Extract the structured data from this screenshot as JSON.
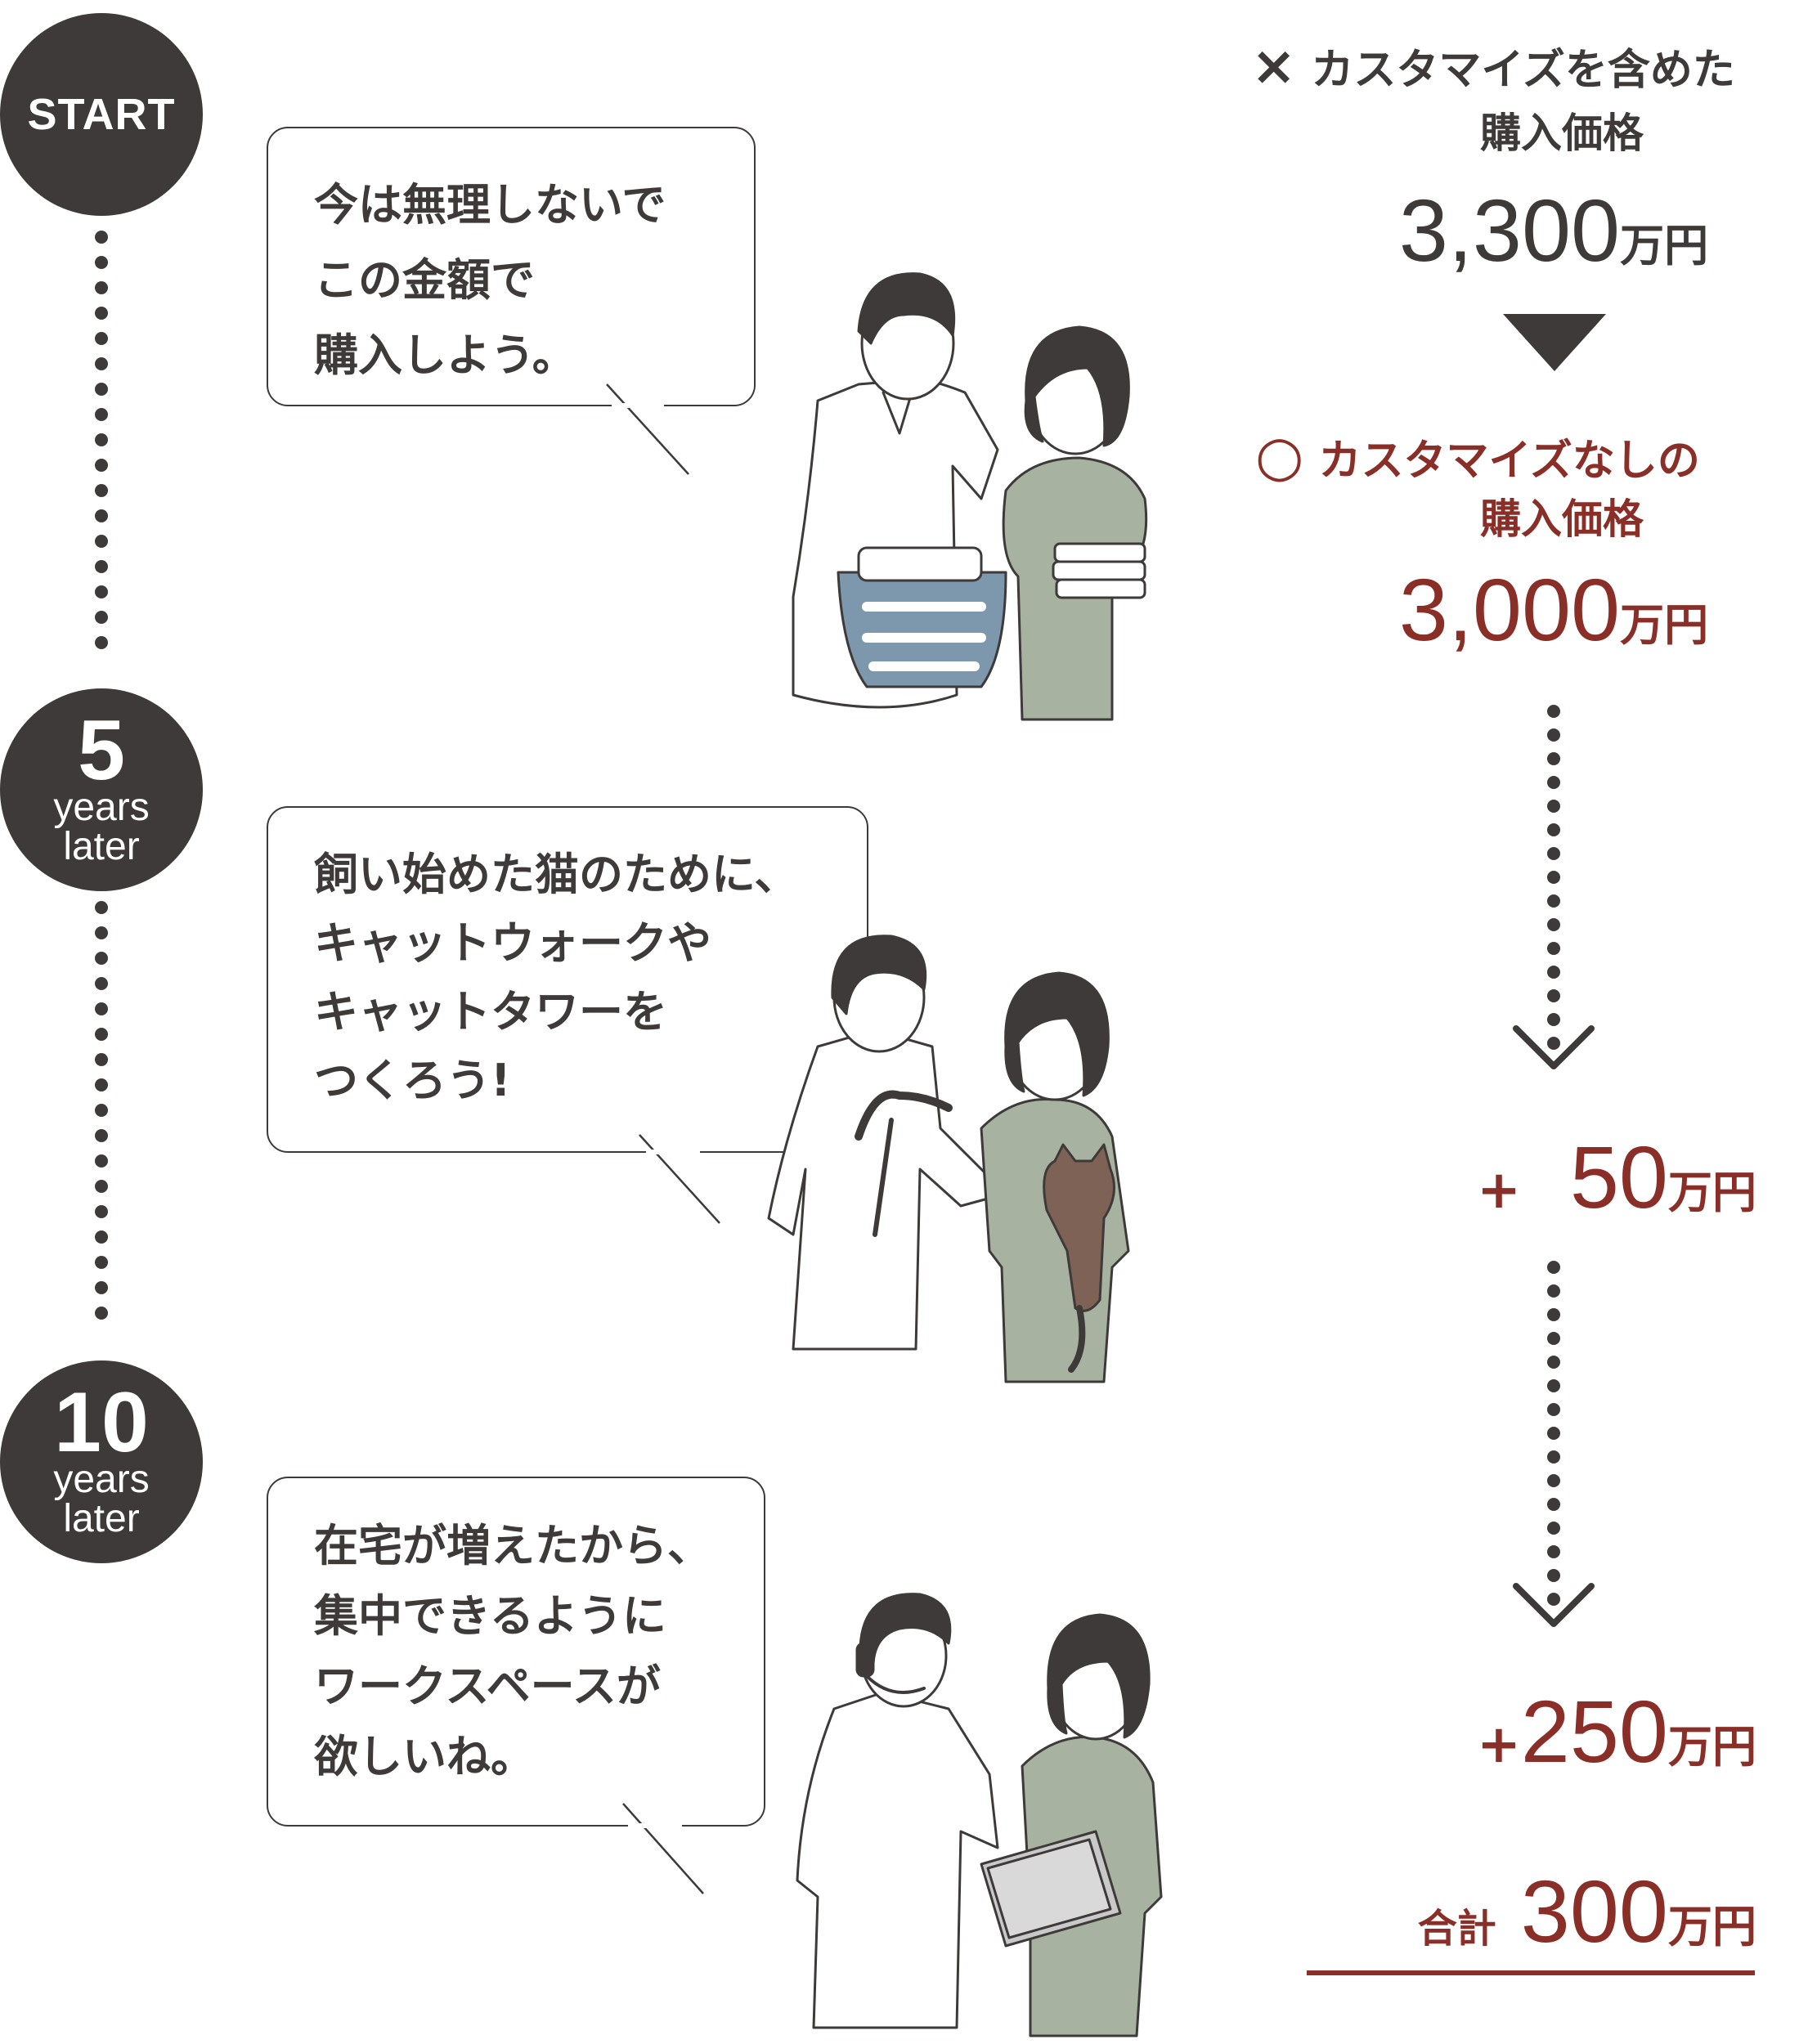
{
  "timeline": {
    "start_label": "START",
    "stage_5": {
      "number": "5",
      "line1": "years",
      "line2": "later"
    },
    "stage_10": {
      "number": "10",
      "line1": "years",
      "line2": "later"
    }
  },
  "bubbles": [
    {
      "lines": [
        "今は無理しないで",
        "この金額で",
        "購入しよう。"
      ]
    },
    {
      "lines": [
        "飼い始めた猫のために、",
        "キャットウォークや",
        "キャットタワーを",
        "つくろう!"
      ]
    },
    {
      "lines": [
        "在宅が増えたから、",
        "集中できるように",
        "ワークスペースが",
        "欲しいね。"
      ]
    }
  ],
  "price_with": {
    "mark": "×",
    "label_line1": "カスタマイズを含めた",
    "label_line2": "購入価格",
    "value": "3,300",
    "unit": "万円"
  },
  "price_without": {
    "mark": "○",
    "label_line1": "カスタマイズなしの",
    "label_line2": "購入価格",
    "value": "3,000",
    "unit": "万円"
  },
  "additions": [
    {
      "sign": "+",
      "value": "50",
      "unit": "万円"
    },
    {
      "sign": "+",
      "value": "250",
      "unit": "万円"
    }
  ],
  "total": {
    "label": "合計",
    "value": "300",
    "unit": "万円"
  },
  "colors": {
    "dark": "#3e3a39",
    "red": "#8a2e28",
    "green": "#a7b3a0",
    "blue": "#7d97ad",
    "cat": "#7e6255"
  }
}
